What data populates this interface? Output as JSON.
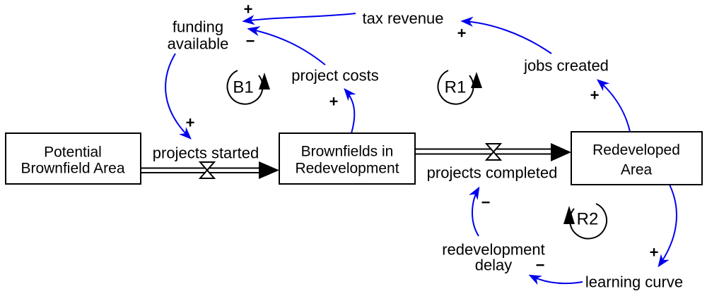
{
  "colors": {
    "causal_link": "#0000ee",
    "structure": "#000000",
    "background": "#ffffff"
  },
  "stocks": {
    "potential": {
      "lines": [
        "Potential",
        "Brownfield Area"
      ]
    },
    "in_redevelopment": {
      "lines": [
        "Brownfields in",
        "Redevelopment"
      ]
    },
    "redeveloped": {
      "lines": [
        "Redeveloped",
        "Area"
      ]
    }
  },
  "flows": {
    "projects_started": {
      "label": "projects started"
    },
    "projects_completed": {
      "label": "projects completed"
    }
  },
  "variables": {
    "funding_available": {
      "lines": [
        "funding",
        "available"
      ]
    },
    "tax_revenue": {
      "label": "tax revenue"
    },
    "project_costs": {
      "label": "project costs"
    },
    "jobs_created": {
      "label": "jobs created"
    },
    "redevelopment_delay": {
      "lines": [
        "redevelopment",
        "delay"
      ]
    },
    "learning_curve": {
      "label": "learning curve"
    }
  },
  "loops": {
    "b1": {
      "label": "B1",
      "direction": "counterclockwise"
    },
    "r1": {
      "label": "R1",
      "direction": "counterclockwise"
    },
    "r2": {
      "label": "R2",
      "direction": "clockwise"
    }
  },
  "link_signs": {
    "tax_revenue_to_funding_available": {
      "char": "+",
      "color": "#000000"
    },
    "project_costs_to_funding_available": {
      "char": "−",
      "color": "#000000"
    },
    "funding_available_to_projects_started": {
      "char": "+",
      "color": "#0000ee"
    },
    "stock_to_project_costs": {
      "char": "+",
      "color": "#000000"
    },
    "jobs_created_to_tax_revenue": {
      "char": "+",
      "color": "#000000"
    },
    "redeveloped_area_to_jobs_created": {
      "char": "+",
      "color": "#000000"
    },
    "delay_to_projects_completed": {
      "char": "−",
      "color": "#000000"
    },
    "redeveloped_area_to_learning_curve": {
      "char": "+",
      "color": "#0000ee"
    },
    "learning_curve_to_redevelopment_delay": {
      "char": "−",
      "color": "#0000ee"
    }
  }
}
